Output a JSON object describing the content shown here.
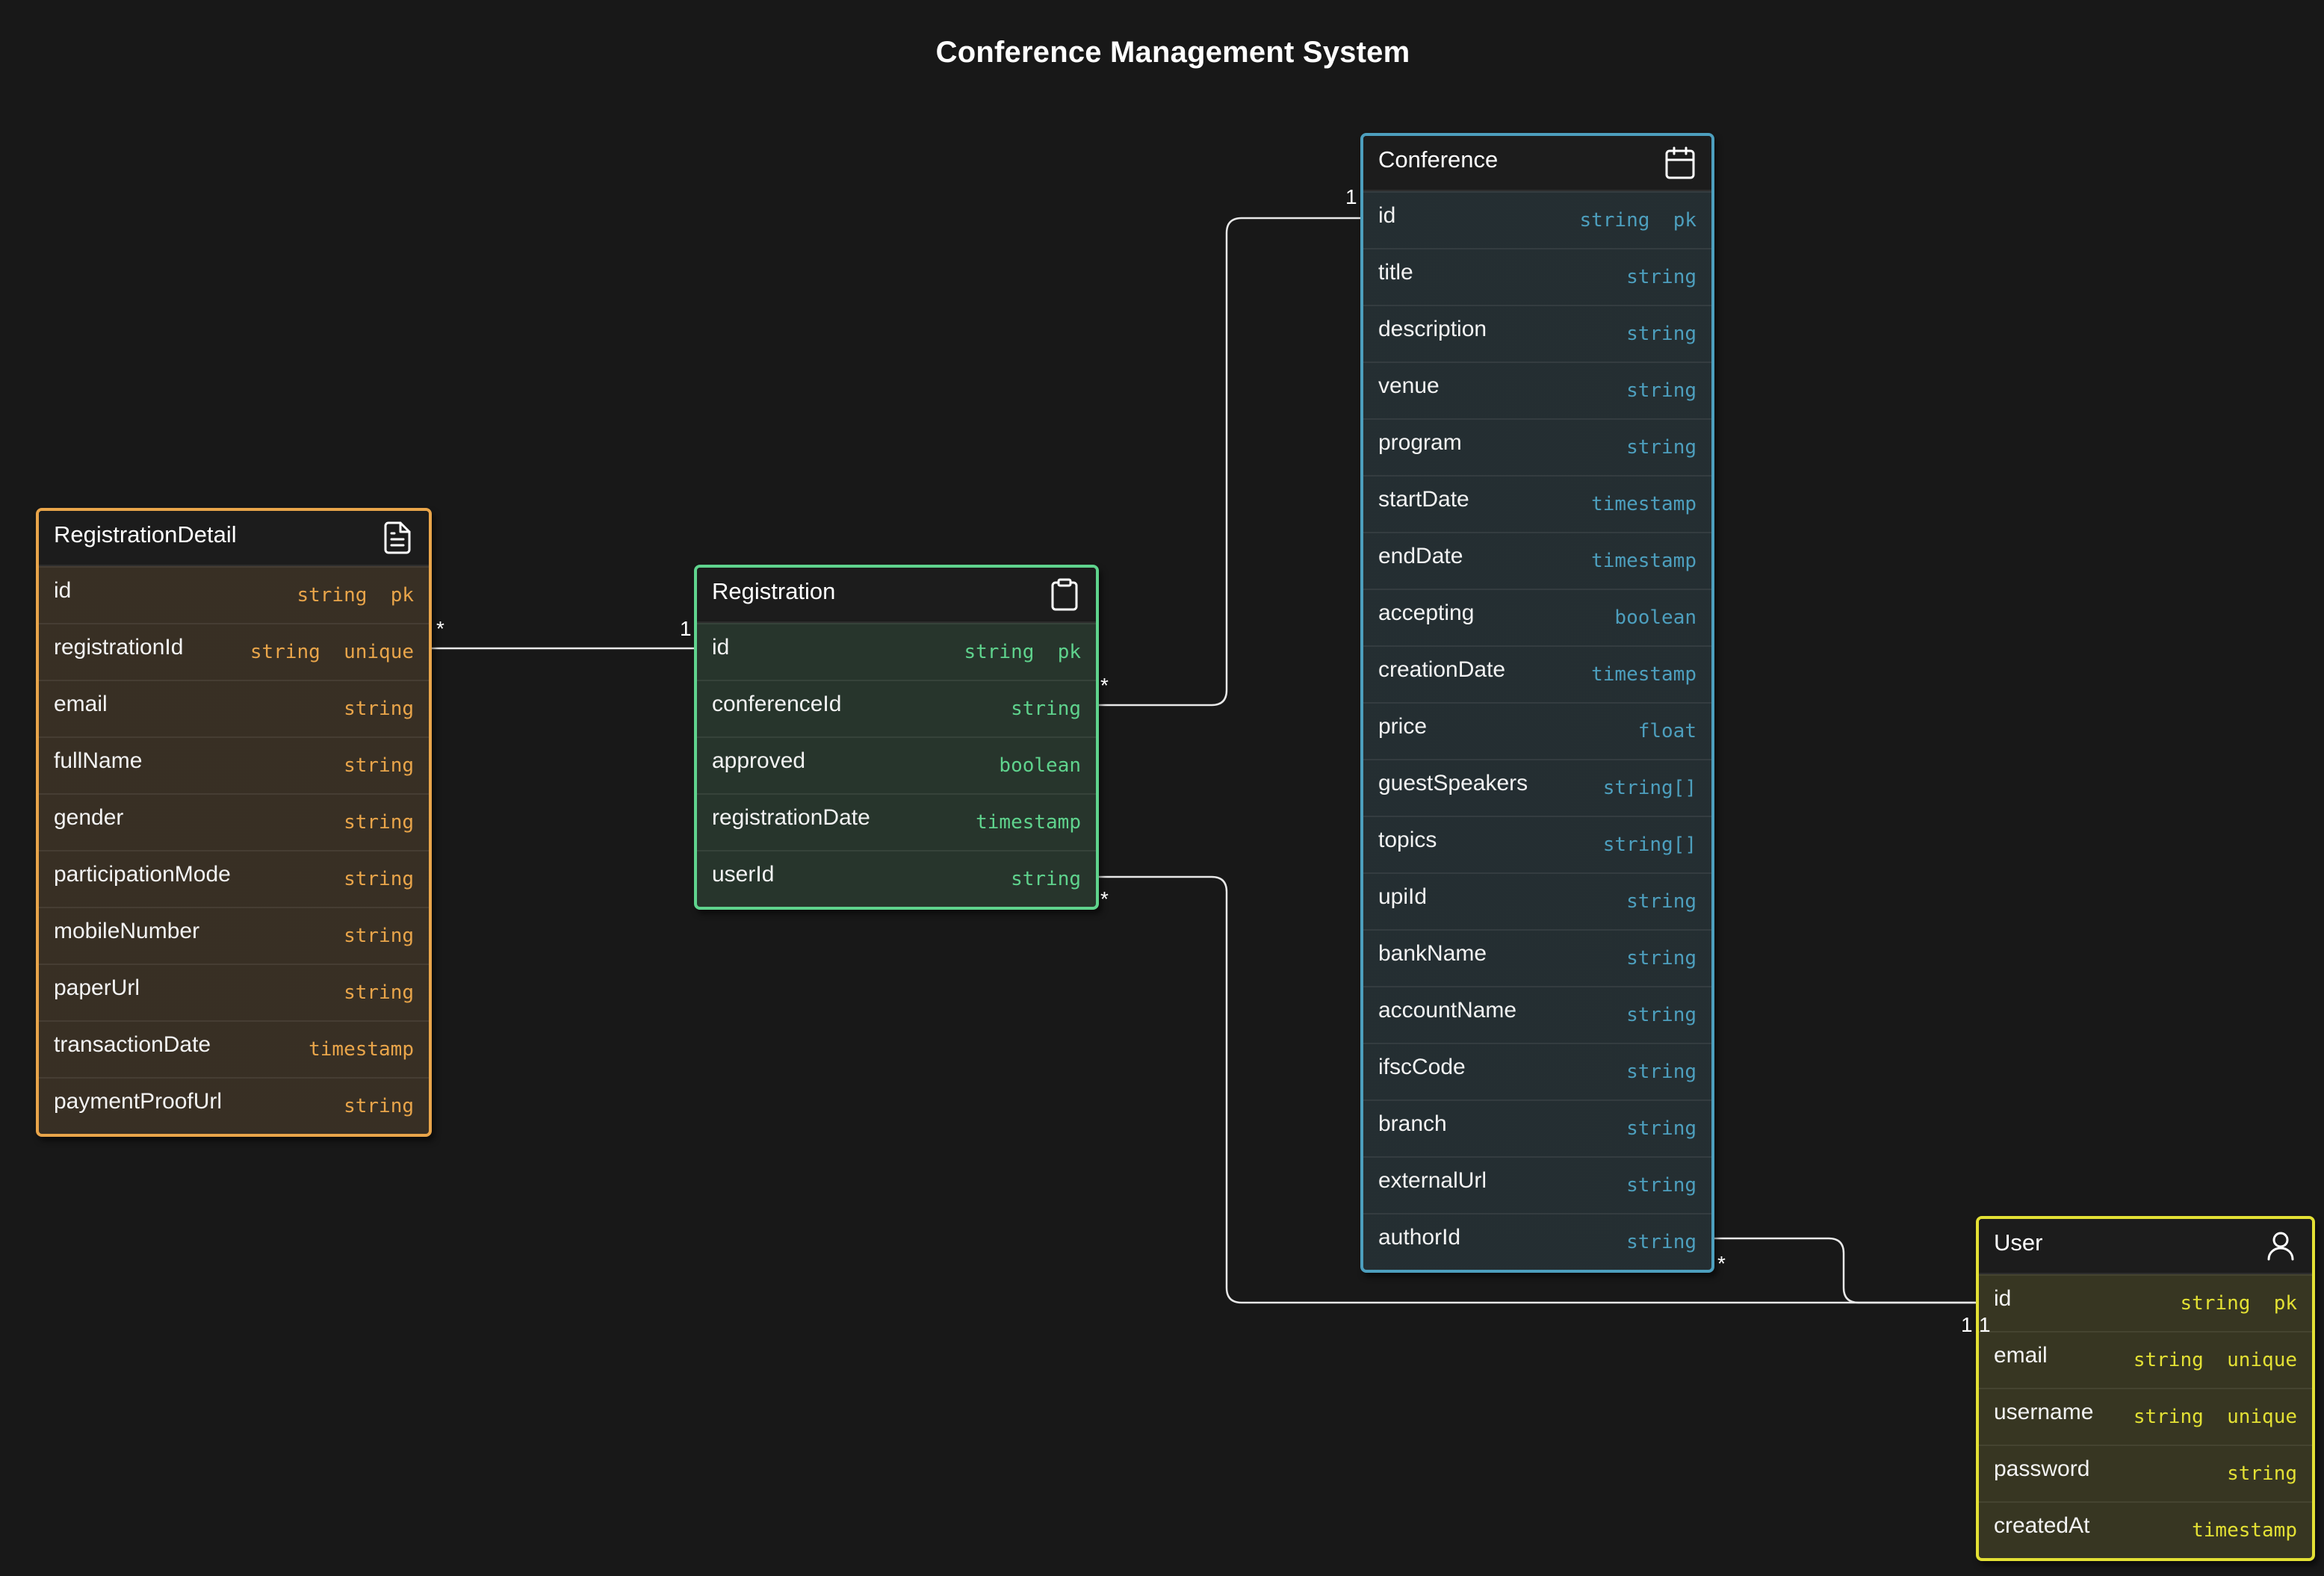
{
  "title": "Conference Management System",
  "entities": {
    "registration_detail": {
      "name": "RegistrationDetail",
      "icon": "document-icon",
      "color": "#e9a54a",
      "columns": [
        {
          "name": "id",
          "type": "string",
          "key": "pk"
        },
        {
          "name": "registrationId",
          "type": "string",
          "key": "unique"
        },
        {
          "name": "email",
          "type": "string",
          "key": ""
        },
        {
          "name": "fullName",
          "type": "string",
          "key": ""
        },
        {
          "name": "gender",
          "type": "string",
          "key": ""
        },
        {
          "name": "participationMode",
          "type": "string",
          "key": ""
        },
        {
          "name": "mobileNumber",
          "type": "string",
          "key": ""
        },
        {
          "name": "paperUrl",
          "type": "string",
          "key": ""
        },
        {
          "name": "transactionDate",
          "type": "timestamp",
          "key": ""
        },
        {
          "name": "paymentProofUrl",
          "type": "string",
          "key": ""
        }
      ]
    },
    "registration": {
      "name": "Registration",
      "icon": "clipboard-icon",
      "color": "#5fd38d",
      "columns": [
        {
          "name": "id",
          "type": "string",
          "key": "pk"
        },
        {
          "name": "conferenceId",
          "type": "string",
          "key": ""
        },
        {
          "name": "approved",
          "type": "boolean",
          "key": ""
        },
        {
          "name": "registrationDate",
          "type": "timestamp",
          "key": ""
        },
        {
          "name": "userId",
          "type": "string",
          "key": ""
        }
      ]
    },
    "conference": {
      "name": "Conference",
      "icon": "calendar-icon",
      "color": "#4d9fbe",
      "columns": [
        {
          "name": "id",
          "type": "string",
          "key": "pk"
        },
        {
          "name": "title",
          "type": "string",
          "key": ""
        },
        {
          "name": "description",
          "type": "string",
          "key": ""
        },
        {
          "name": "venue",
          "type": "string",
          "key": ""
        },
        {
          "name": "program",
          "type": "string",
          "key": ""
        },
        {
          "name": "startDate",
          "type": "timestamp",
          "key": ""
        },
        {
          "name": "endDate",
          "type": "timestamp",
          "key": ""
        },
        {
          "name": "accepting",
          "type": "boolean",
          "key": ""
        },
        {
          "name": "creationDate",
          "type": "timestamp",
          "key": ""
        },
        {
          "name": "price",
          "type": "float",
          "key": ""
        },
        {
          "name": "guestSpeakers",
          "type": "string[]",
          "key": ""
        },
        {
          "name": "topics",
          "type": "string[]",
          "key": ""
        },
        {
          "name": "upiId",
          "type": "string",
          "key": ""
        },
        {
          "name": "bankName",
          "type": "string",
          "key": ""
        },
        {
          "name": "accountName",
          "type": "string",
          "key": ""
        },
        {
          "name": "ifscCode",
          "type": "string",
          "key": ""
        },
        {
          "name": "branch",
          "type": "string",
          "key": ""
        },
        {
          "name": "externalUrl",
          "type": "string",
          "key": ""
        },
        {
          "name": "authorId",
          "type": "string",
          "key": ""
        }
      ]
    },
    "user": {
      "name": "User",
      "icon": "user-icon",
      "color": "#e3e034",
      "columns": [
        {
          "name": "id",
          "type": "string",
          "key": "pk"
        },
        {
          "name": "email",
          "type": "string",
          "key": "unique"
        },
        {
          "name": "username",
          "type": "string",
          "key": "unique"
        },
        {
          "name": "password",
          "type": "string",
          "key": ""
        },
        {
          "name": "createdAt",
          "type": "timestamp",
          "key": ""
        }
      ]
    }
  },
  "relationships": [
    {
      "from": "RegistrationDetail.registrationId",
      "from_card": "*",
      "to": "Registration.id",
      "to_card": "1"
    },
    {
      "from": "Registration.conferenceId",
      "from_card": "*",
      "to": "Conference.id",
      "to_card": "1"
    },
    {
      "from": "Registration.userId",
      "from_card": "*",
      "to": "User.id",
      "to_card": "1"
    },
    {
      "from": "Conference.authorId",
      "from_card": "*",
      "to": "User.id",
      "to_card": "1"
    }
  ]
}
